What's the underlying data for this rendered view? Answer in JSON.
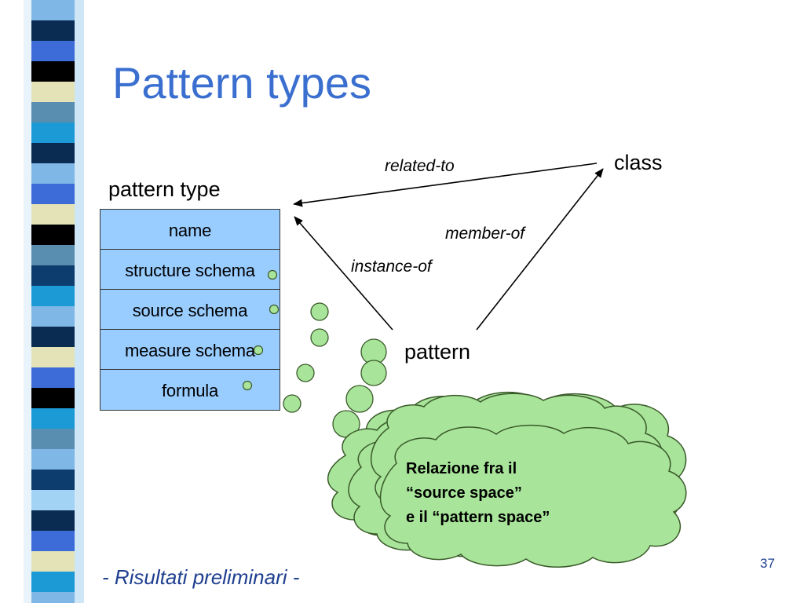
{
  "slide": {
    "title": "Pattern types",
    "footer": "- Risultati preliminari -",
    "page_number": "37"
  },
  "labels": {
    "pattern_type": "pattern type",
    "class": "class",
    "pattern": "pattern",
    "related_to": "related-to",
    "member_of": "member-of",
    "instance_of": "instance-of"
  },
  "pattern_type_fields": [
    "name",
    "structure schema",
    "source schema",
    "measure schema",
    "formula"
  ],
  "cloud": {
    "lines": [
      "Relazione fra il",
      "“source space”",
      "e il “pattern space”"
    ]
  },
  "colors": {
    "title": "#3a6fd0",
    "table_fill": "#99ccff",
    "bubble_fill": "#a8e49a",
    "footer": "#1f3f8f"
  }
}
